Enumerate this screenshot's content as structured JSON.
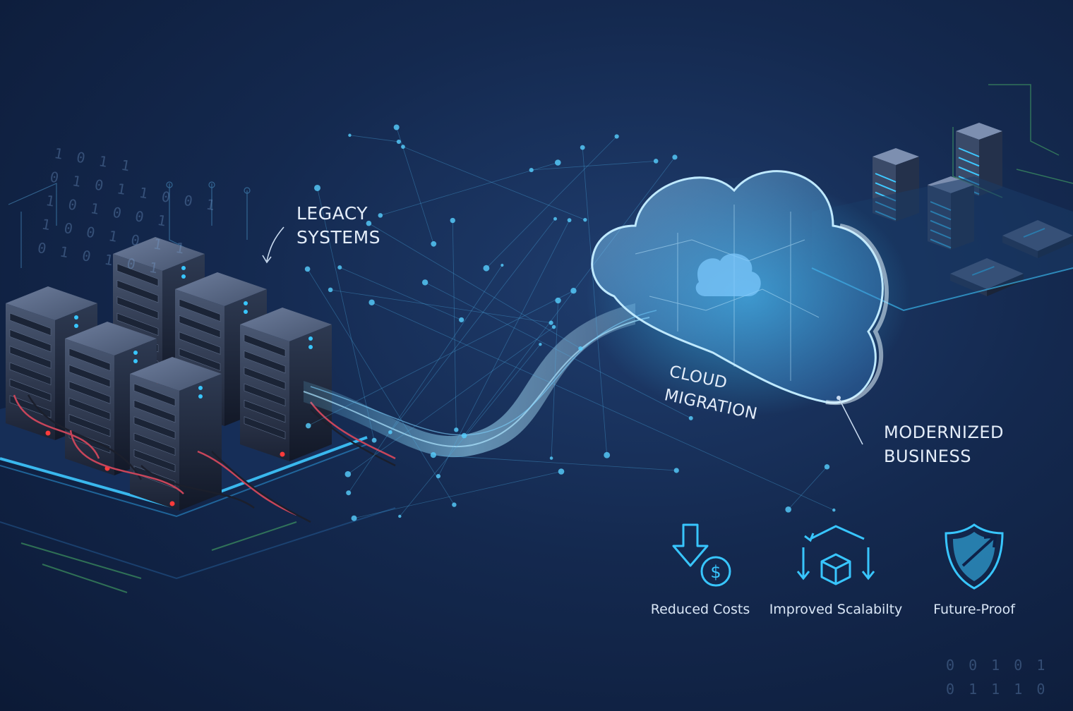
{
  "labels": {
    "legacy": [
      "LEGACY",
      "SYSTEMS"
    ],
    "cloud_migration": [
      "CLOUD",
      "MIGRATION"
    ],
    "modernized": [
      "MODERNIZED",
      "BUSINESS"
    ]
  },
  "benefits": [
    {
      "caption": "Reduced Costs",
      "icon": "reduced-costs-icon"
    },
    {
      "caption": "Improved Scalabilty",
      "icon": "scalability-icon"
    },
    {
      "caption": "Future-Proof",
      "icon": "shield-icon"
    }
  ],
  "binary_left": [
    "1 0 1 1",
    "0 1 0 1 1 0 0 1",
    "1 0 1 0 0 1",
    "1 0 0 1 0 1 1",
    "0 1 0 1 0 1"
  ],
  "binary_right": [
    "0 0 1 0 1",
    "0 1 1 1 0"
  ],
  "colors": {
    "background": "#14294f",
    "accent": "#38c6ff",
    "text": "#e4edf9"
  }
}
